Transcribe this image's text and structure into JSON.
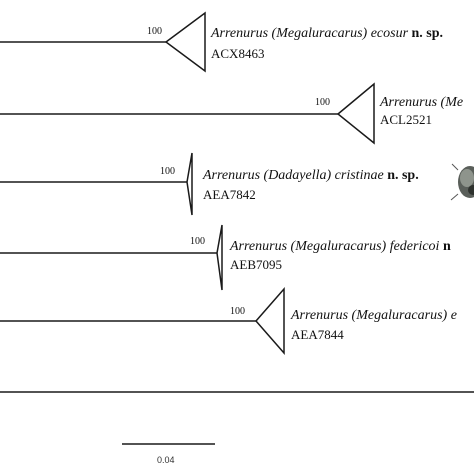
{
  "clades": [
    {
      "support": "100",
      "species": "Arrenurus (Megaluracarus) ecosur",
      "novelty": "n. sp.",
      "code": "ACX8463"
    },
    {
      "support": "100",
      "species": "Arrenurus (Me",
      "novelty": "",
      "code": "ACL2521"
    },
    {
      "support": "100",
      "species": "Arrenurus (Dadayella) cristinae",
      "novelty": "n. sp.",
      "code": "AEA7842"
    },
    {
      "support": "100",
      "species": "Arrenurus (Megaluracarus) federicoi",
      "novelty": "n",
      "code": "AEB7095"
    },
    {
      "support": "100",
      "species": "Arrenurus (Megaluracarus) e",
      "novelty": "",
      "code": "AEA7844"
    }
  ],
  "scale_bar": {
    "label": "0.04"
  },
  "colors": {
    "line": "#1a1a1a",
    "text": "#111111"
  }
}
